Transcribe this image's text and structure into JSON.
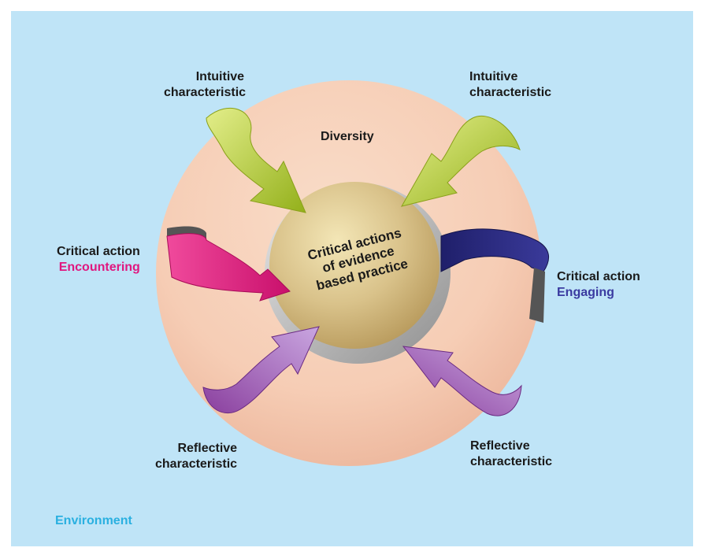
{
  "labels": {
    "diversity": "Diversity",
    "environment": "Environment",
    "center": [
      "Critical actions",
      "of evidence",
      "based practice"
    ],
    "intuitive_left": [
      "Intuitive",
      "characteristic"
    ],
    "intuitive_right": [
      "Intuitive",
      "characteristic"
    ],
    "reflective_left": [
      "Reflective",
      "characteristic"
    ],
    "reflective_right": [
      "Reflective",
      "characteristic"
    ],
    "encountering": {
      "title": "Critical action",
      "sub": "Encountering"
    },
    "engaging": {
      "title": "Critical action",
      "sub": "Engaging"
    }
  },
  "colors": {
    "background": "#bfe4f7",
    "circle": "#f6cdb5",
    "center_disc": "#d9c28a",
    "intuitive_arrow": "#b9d12c",
    "encountering_arrow": "#e0177f",
    "engaging_arrow": "#2a2a80",
    "reflective_arrow": "#a86cc0",
    "environment_text": "#2ab0e0",
    "encountering_text": "#e0177f",
    "engaging_text": "#3a3aa0"
  }
}
